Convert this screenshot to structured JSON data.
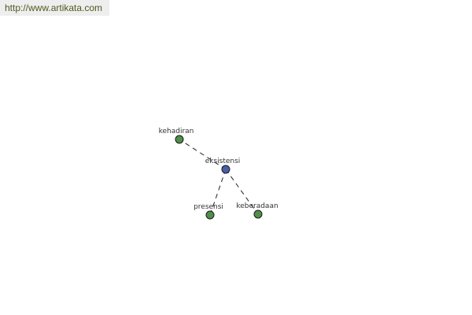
{
  "source": {
    "url": "http://www.artikata.com"
  },
  "colors": {
    "center_node": "#4a5fa8",
    "leaf_node": "#4f8f4b",
    "edge": "#222222",
    "node_outline": "#1a1a1a",
    "banner_text": "#4d5b1f"
  },
  "graph": {
    "center": {
      "id": "eksistensi",
      "label": "eksistensi"
    },
    "nodes": [
      {
        "id": "kehadiran",
        "label": "kehadiran"
      },
      {
        "id": "presensi",
        "label": "presensi"
      },
      {
        "id": "keberadaan",
        "label": "keberadaan"
      }
    ],
    "edges": [
      {
        "from": "eksistensi",
        "to": "kehadiran",
        "style": "dashed"
      },
      {
        "from": "eksistensi",
        "to": "presensi",
        "style": "dashed"
      },
      {
        "from": "eksistensi",
        "to": "keberadaan",
        "style": "dashed"
      }
    ]
  }
}
